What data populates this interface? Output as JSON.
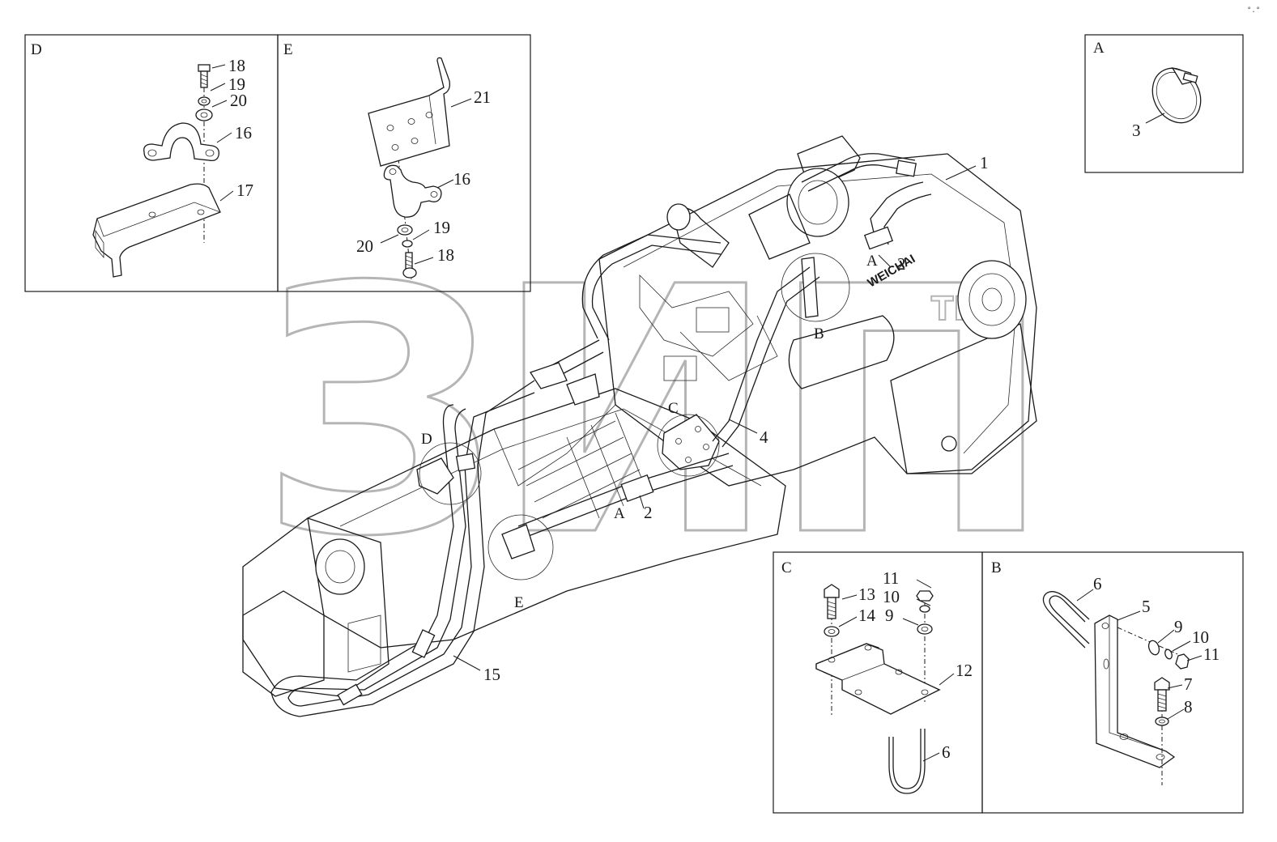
{
  "panels": {
    "D": {
      "letter": "D",
      "callouts": [
        "18",
        "19",
        "20",
        "16",
        "17"
      ]
    },
    "E": {
      "letter": "E",
      "callouts": [
        "21",
        "16",
        "19",
        "20",
        "18"
      ]
    },
    "A": {
      "letter": "A",
      "callouts": [
        "3"
      ]
    },
    "C": {
      "letter": "C",
      "callouts": [
        "11",
        "13",
        "10",
        "14",
        "9",
        "12",
        "6"
      ]
    },
    "B": {
      "letter": "B",
      "callouts": [
        "6",
        "5",
        "9",
        "10",
        "11",
        "7",
        "8"
      ]
    }
  },
  "main": {
    "callouts": [
      "1",
      "2",
      "4",
      "2",
      "15"
    ],
    "view_markers": [
      "A",
      "B",
      "C",
      "D",
      "A",
      "E"
    ],
    "engine_brand": "WEICHAI"
  },
  "watermark": {
    "text": "ЗИП",
    "tm": "TM"
  },
  "corner_mark": "°.°"
}
